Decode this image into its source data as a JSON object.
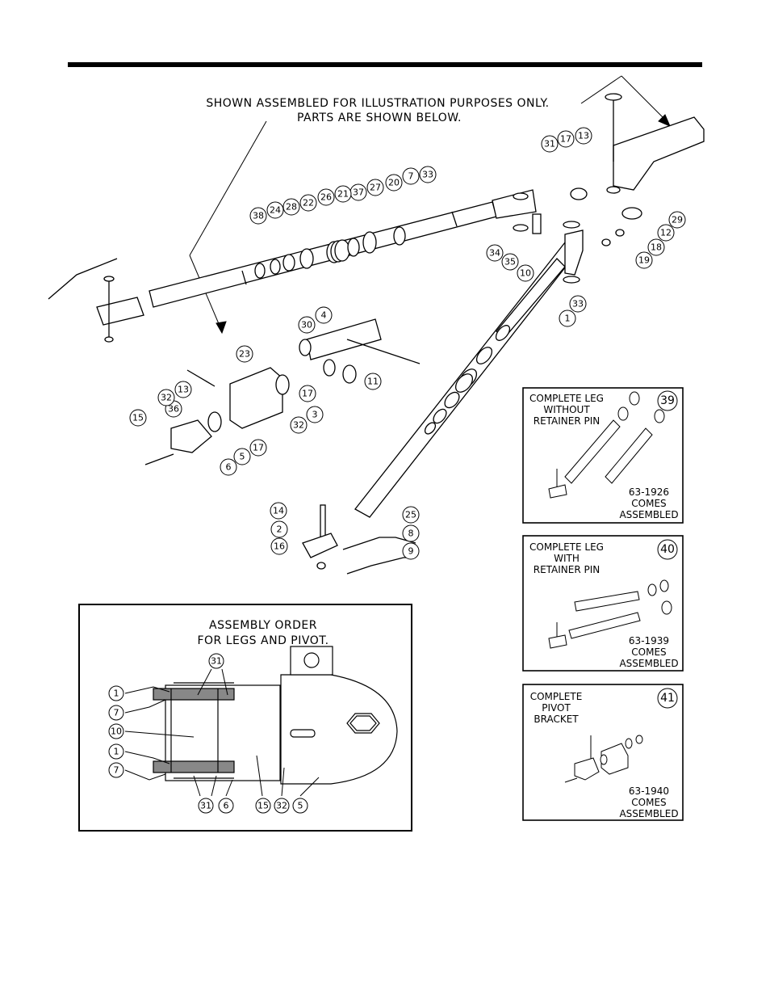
{
  "header_note": {
    "line1": "SHOWN ASSEMBLED FOR ILLUSTRATION PURPOSES ONLY.",
    "line2": "PARTS ARE SHOWN BELOW."
  },
  "callouts": [
    "13",
    "17",
    "31",
    "33",
    "7",
    "20",
    "27",
    "37",
    "21",
    "26",
    "22",
    "28",
    "24",
    "38",
    "29",
    "12",
    "18",
    "19",
    "34",
    "10",
    "35",
    "33",
    "1",
    "4",
    "30",
    "23",
    "11",
    "13",
    "32",
    "17",
    "3",
    "36",
    "32",
    "15",
    "5",
    "17",
    "6",
    "14",
    "25",
    "2",
    "8",
    "16",
    "9"
  ],
  "kit_39": {
    "title_lines": [
      "COMPLETE LEG",
      "WITHOUT",
      "RETAINER PIN"
    ],
    "number": "39",
    "part_lines": [
      "63-1926",
      "COMES",
      "ASSEMBLED"
    ]
  },
  "kit_40": {
    "title_lines": [
      "COMPLETE LEG",
      "WITH",
      "RETAINER PIN"
    ],
    "number": "40",
    "part_lines": [
      "63-1939",
      "COMES",
      "ASSEMBLED"
    ]
  },
  "kit_41": {
    "title_lines": [
      "COMPLETE",
      "PIVOT",
      "BRACKET"
    ],
    "number": "41",
    "part_lines": [
      "63-1940",
      "COMES",
      "ASSEMBLED"
    ]
  },
  "assembly_order": {
    "title_lines": [
      "ASSEMBLY ORDER",
      "FOR LEGS AND PIVOT."
    ],
    "left_callouts": [
      "1",
      "7",
      "10",
      "1",
      "7"
    ],
    "top_callout": "31",
    "bottom_callouts": [
      "31",
      "6",
      "15",
      "32",
      "5"
    ]
  }
}
